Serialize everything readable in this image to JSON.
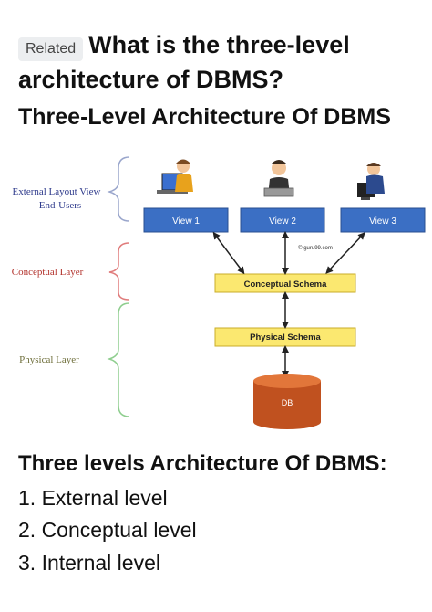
{
  "header": {
    "related_label": "Related",
    "question": "What is the three-level architecture of DBMS?"
  },
  "section_title": "Three-Level Architecture Of DBMS",
  "diagram": {
    "left_labels": {
      "external_line1": "External Layout View",
      "external_line2": "End-Users",
      "conceptual": "Conceptual Layer",
      "physical": "Physical Layer"
    },
    "views": [
      "View 1",
      "View 2",
      "View 3"
    ],
    "watermark": "© guru99.com",
    "conceptual_schema": "Conceptual Schema",
    "physical_schema": "Physical Schema",
    "db_label": "DB",
    "colors": {
      "view_fill": "#3b6fc4",
      "schema_fill": "#fbe870",
      "db_fill": "#c0511f",
      "label_blue": "#2f3b8c",
      "label_red": "#b2322c",
      "label_olive": "#6e6e3a",
      "brace_external": "#9aa6cc",
      "brace_conceptual": "#e07c7c",
      "brace_physical": "#8fce8f"
    }
  },
  "bottom": {
    "heading": "Three levels Architecture Of DBMS:",
    "items": [
      "1. External level",
      "2. Conceptual level",
      "3. Internal level"
    ]
  }
}
